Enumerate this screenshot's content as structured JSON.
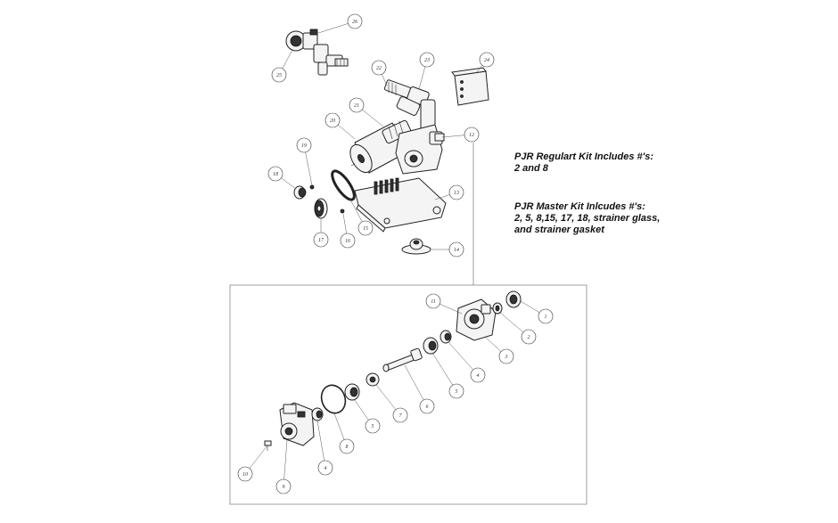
{
  "kits": [
    {
      "title": "PJR Regulart Kit Includes #'s:",
      "lines": [
        "2 and 8"
      ]
    },
    {
      "title": "PJR Master Kit Inlcudes #'s:",
      "lines": [
        "2, 5, 8,15, 17, 18, strainer glass,",
        "and strainer gasket"
      ]
    }
  ],
  "callouts": {
    "c1": "1",
    "c2": "2",
    "c3": "3",
    "c4a": "4",
    "c4b": "4",
    "c5a": "5",
    "c5b": "5",
    "c6": "6",
    "c7": "7",
    "c8": "8",
    "c9": "9",
    "c10": "10",
    "c11": "11",
    "c12": "12",
    "c13": "13",
    "c14": "14",
    "c15": "15",
    "c16": "16",
    "c17": "17",
    "c18": "18",
    "c19": "19",
    "c20": "20",
    "c21": "21",
    "c22": "22",
    "c23": "23",
    "c24": "24",
    "c25": "25",
    "c26": "26"
  }
}
